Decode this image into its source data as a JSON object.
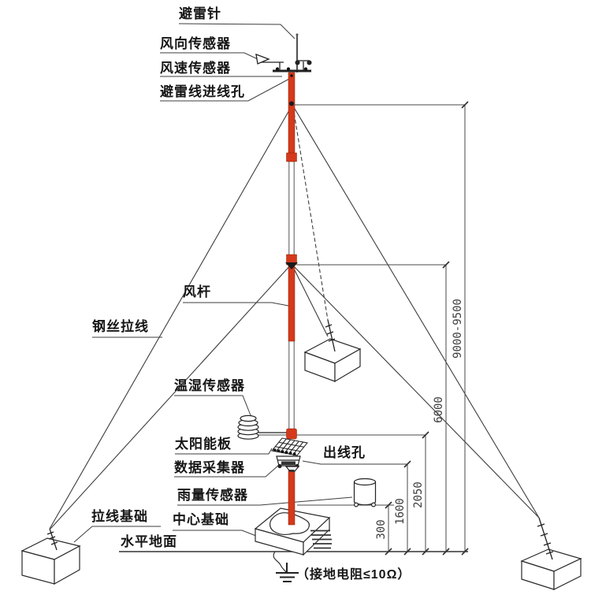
{
  "diagram": {
    "kind": "weather-mast-installation-diagram",
    "labels": {
      "lightning_rod": "避雷针",
      "wind_direction_sensor": "风向传感器",
      "wind_speed_sensor": "风速传感器",
      "lightning_wire_entry_hole": "避雷线进线孔",
      "wind_pole": "风杆",
      "steel_wire_guy": "钢丝拉线",
      "temp_humidity_sensor": "温湿传感器",
      "solar_panel": "太阳能板",
      "data_logger": "数据采集器",
      "wire_outlet_hole": "出线孔",
      "rain_sensor": "雨量传感器",
      "guy_wire_foundation": "拉线基础",
      "center_foundation": "中心基础",
      "level_ground": "水平地面",
      "grounding_note": "（接地电阻≤10Ω）"
    },
    "dimensions_mm": {
      "mast_total_height": "9000-9500",
      "middle_guy_height": "6000",
      "solar_panel_height": "2050",
      "outlet_hole_height": "1600",
      "rain_sensor_height": "300"
    },
    "colors": {
      "pole_red": "#d5391b",
      "line": "#3d3d3d",
      "background": "#ffffff"
    }
  }
}
